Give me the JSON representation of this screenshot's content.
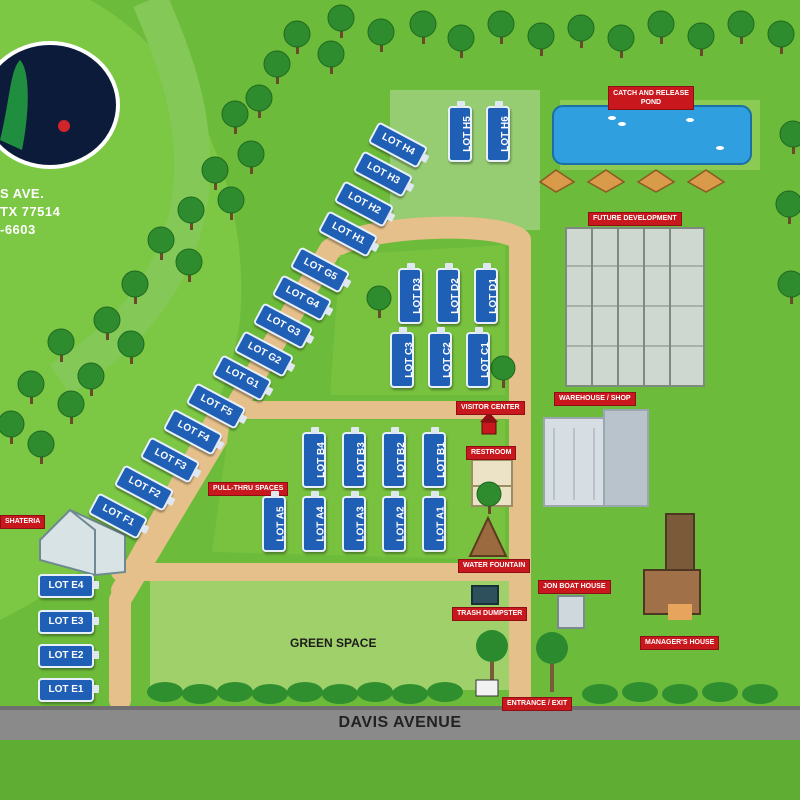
{
  "address": {
    "street": "S AVE.",
    "city_state": "TX 77514",
    "phone": "-6603"
  },
  "road_name": "DAVIS AVENUE",
  "area_labels": {
    "catch_pond": "CATCH AND RELEASE POND",
    "future_development": "FUTURE DEVELOPMENT",
    "warehouse": "WAREHOUSE / SHOP",
    "visitor_center": "VISITOR CENTER",
    "restroom": "RESTROOM",
    "pull_thru": "PULL-THRU SPACES",
    "water_fountain": "WATER FOUNTAIN",
    "jon_boat": "JON BOAT HOUSE",
    "trash": "TRASH DUMPSTER",
    "managers_house": "MANAGER'S HOUSE",
    "entrance": "ENTRANCE / EXIT",
    "pavilion": "SHATERIA",
    "green_space": "GREEN SPACE"
  },
  "lots": {
    "H6": "LOT H6",
    "H5": "LOT H5",
    "H4": "LOT H4",
    "H3": "LOT H3",
    "H2": "LOT H2",
    "H1": "LOT H1",
    "G5": "LOT G5",
    "G4": "LOT G4",
    "G3": "LOT G3",
    "G2": "LOT G2",
    "G1": "LOT G1",
    "F5": "LOT F5",
    "F4": "LOT F4",
    "F3": "LOT F3",
    "F2": "LOT F2",
    "F1": "LOT F1",
    "D3": "LOT D3",
    "D2": "LOT D2",
    "D1": "LOT D1",
    "C3": "LOT C3",
    "C2": "LOT C2",
    "C1": "LOT C1",
    "B4": "LOT B4",
    "B3": "LOT B3",
    "B2": "LOT B2",
    "B1": "LOT B1",
    "A5": "LOT A5",
    "A4": "LOT A4",
    "A3": "LOT A3",
    "A2": "LOT A2",
    "A1": "LOT A1",
    "E4": "LOT E4",
    "E3": "LOT E3",
    "E2": "LOT E2",
    "E1": "LOT E1"
  },
  "colors": {
    "grass": "#6dbb3a",
    "road_dirt": "#e6c08a",
    "lot_blue": "#1f5fb5",
    "label_red": "#c8181e",
    "pond": "#2f9fe0"
  }
}
